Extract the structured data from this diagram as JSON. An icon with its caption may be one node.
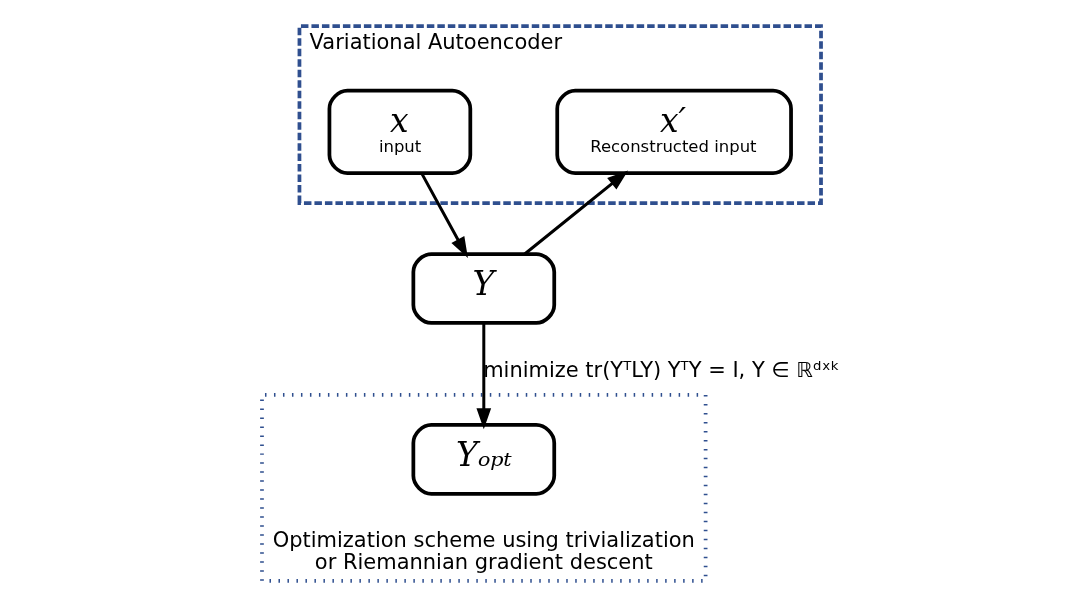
{
  "diagram": {
    "nodes": [
      {
        "text": [
          "Variational Autoencoder"
        ]
      },
      {
        "text": [
          "x",
          "input"
        ],
        "in": 0
      },
      {
        "text": [
          "Optimization scheme using trivialization or Riemannian gradient descent"
        ]
      },
      {
        "text": [
          "Y"
        ]
      },
      {
        "text": [
          "Yₒₚₜ"
        ],
        "in": 2
      },
      {
        "text": [
          "x′",
          "Reconstructed input"
        ],
        "in": 0
      }
    ],
    "edges": [
      {
        "from": 1,
        "to": 3,
        "arrow": "to"
      },
      {
        "from": 3,
        "to": 4,
        "arrow": "to",
        "label": "minimize tr(YᵀLY) YᵀY = I, Y ∈ ℝᵈˣᵏ"
      },
      {
        "from": 3,
        "to": 5,
        "arrow": "to"
      }
    ]
  }
}
